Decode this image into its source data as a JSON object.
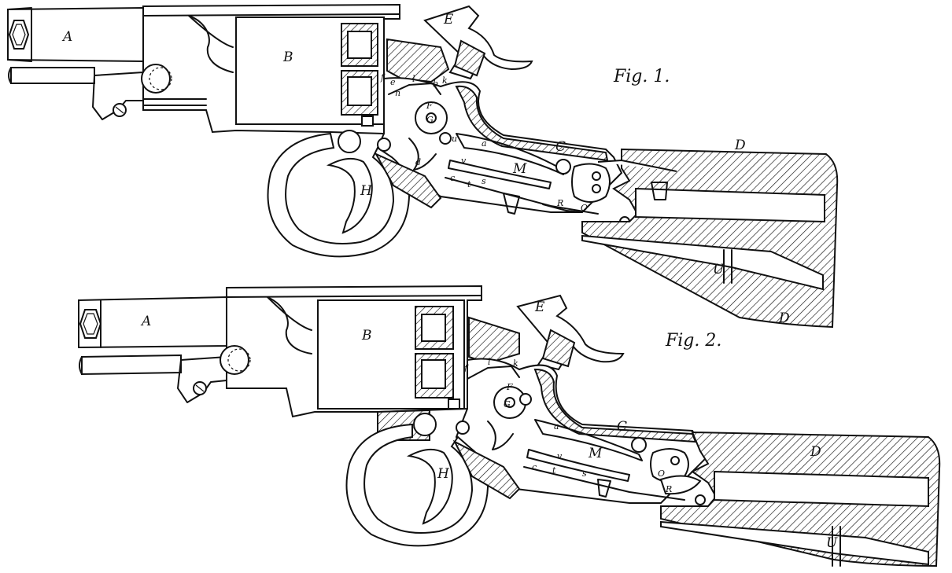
{
  "figures": [
    {
      "caption": "Fig. 1.",
      "labels": {
        "A": "A",
        "B": "B",
        "C": "C",
        "D": "D",
        "D2": "D",
        "E": "E",
        "F": "F",
        "G": "G",
        "H": "H",
        "M": "M",
        "a": "a",
        "b": "b",
        "c": "c",
        "d": "d",
        "e": "e",
        "f": "f",
        "k": "k",
        "l": "l",
        "n": "n",
        "s": "s",
        "t": "t",
        "u": "u",
        "v": "v",
        "R": "R",
        "U": "U",
        "O": "O"
      }
    },
    {
      "caption": "Fig. 2.",
      "labels": {
        "A": "A",
        "B": "B",
        "C": "C",
        "D": "D",
        "D2": "D",
        "E": "E",
        "F": "F",
        "G": "G",
        "H": "H",
        "M": "M",
        "a": "a",
        "c": "c",
        "f": "f",
        "k": "k",
        "l": "l",
        "s": "s",
        "t": "t",
        "v": "v",
        "R": "R",
        "U": "U",
        "O": "O"
      }
    }
  ]
}
